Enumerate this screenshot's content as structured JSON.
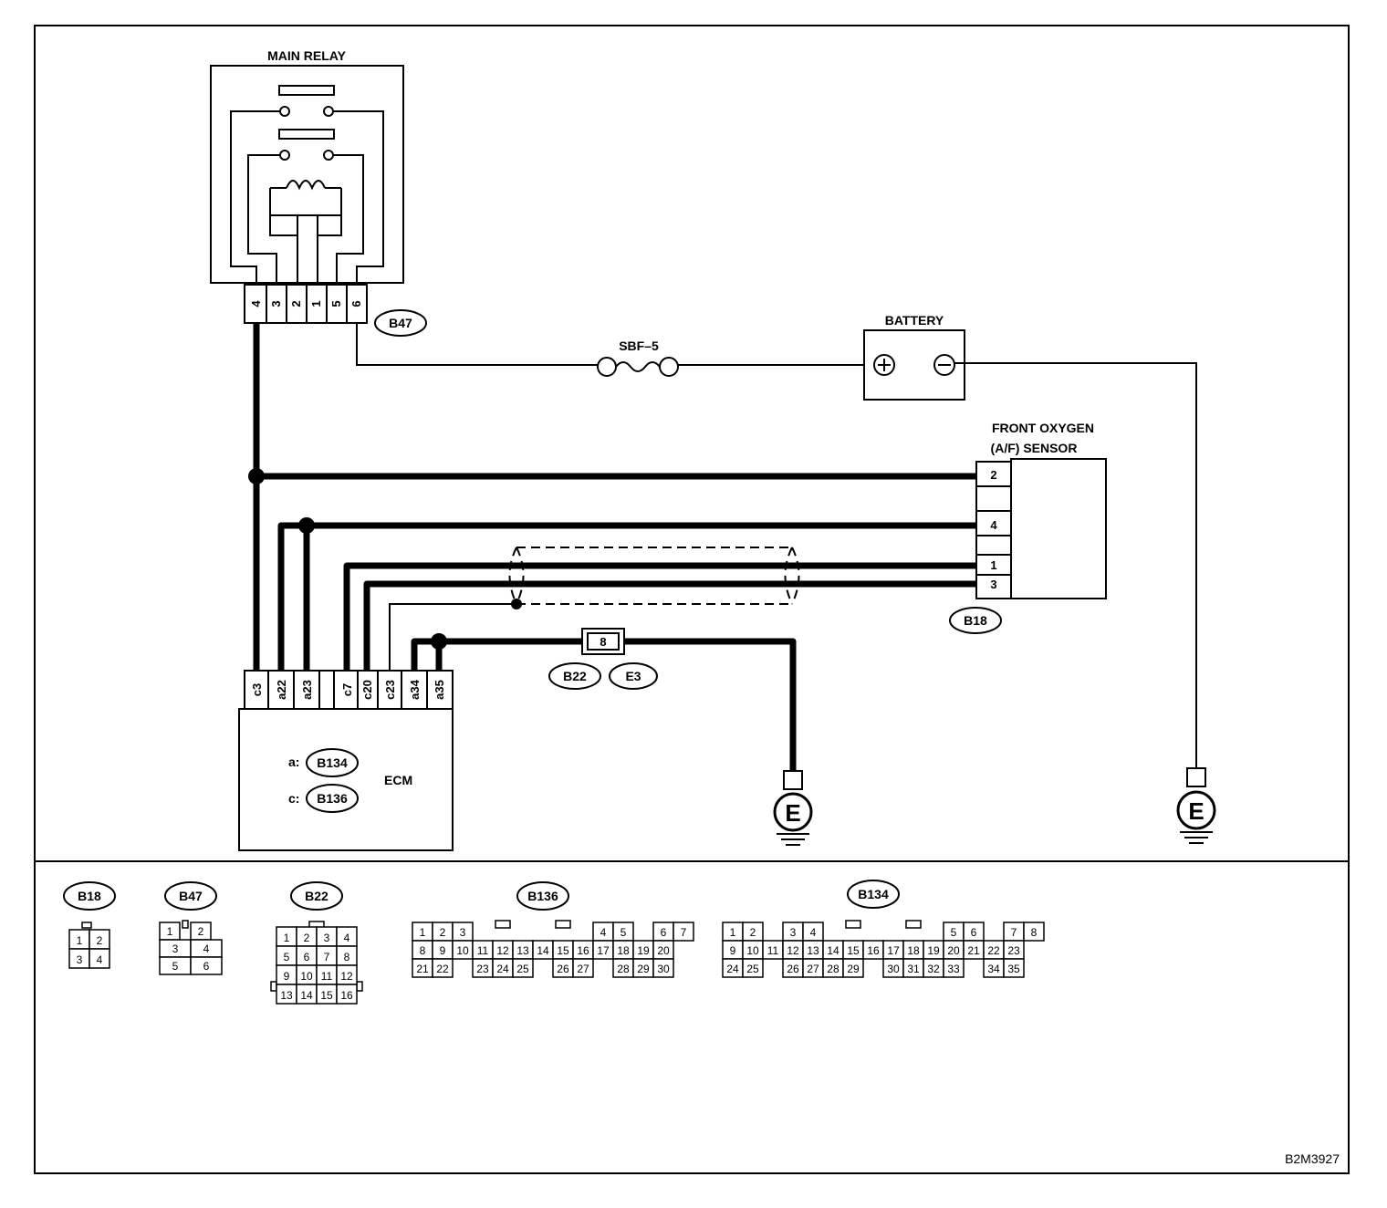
{
  "labels": {
    "main_relay": "MAIN RELAY",
    "battery": "BATTERY",
    "fuse": "SBF–5",
    "front_oxygen_line1": "FRONT OXYGEN",
    "front_oxygen_line2": "(A/F) SENSOR",
    "ecm": "ECM",
    "ecm_a_prefix": "a:",
    "ecm_c_prefix": "c:",
    "figure_code": "B2M3927",
    "ground_symbol": "E",
    "battery_plus": "+",
    "battery_minus": "−"
  },
  "connectors": {
    "b47": "B47",
    "b18": "B18",
    "b22": "B22",
    "e3": "E3",
    "b134": "B134",
    "b136": "B136"
  },
  "relay_pins": [
    "4",
    "3",
    "2",
    "1",
    "5",
    "6"
  ],
  "sensor_pins": [
    "2",
    "4",
    "1",
    "3"
  ],
  "ecm_pins": [
    "c3",
    "a22",
    "a23",
    "c7",
    "c20",
    "c23",
    "a34",
    "a35"
  ],
  "joint_pin": "8",
  "legend": {
    "b18_pins": [
      "1",
      "2",
      "3",
      "4"
    ],
    "b47_pins": [
      "1",
      "2",
      "3",
      "4",
      "5",
      "6"
    ],
    "b22_pins": [
      "1",
      "2",
      "3",
      "4",
      "5",
      "6",
      "7",
      "8",
      "9",
      "10",
      "11",
      "12",
      "13",
      "14",
      "15",
      "16"
    ],
    "b136_pins": [
      "1",
      "2",
      "3",
      "4",
      "5",
      "6",
      "7",
      "8",
      "9",
      "10",
      "11",
      "12",
      "13",
      "14",
      "15",
      "16",
      "17",
      "18",
      "19",
      "20",
      "21",
      "22",
      "23",
      "24",
      "25",
      "26",
      "27",
      "28",
      "29",
      "30"
    ],
    "b134_pins": [
      "1",
      "2",
      "3",
      "4",
      "5",
      "6",
      "7",
      "8",
      "9",
      "10",
      "11",
      "12",
      "13",
      "14",
      "15",
      "16",
      "17",
      "18",
      "19",
      "20",
      "21",
      "22",
      "23",
      "24",
      "25",
      "26",
      "27",
      "28",
      "29",
      "30",
      "31",
      "32",
      "33",
      "34",
      "35"
    ]
  }
}
